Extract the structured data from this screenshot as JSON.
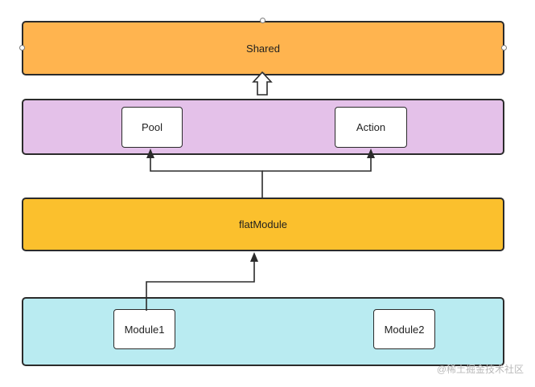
{
  "layers": {
    "shared": {
      "label": "Shared",
      "color": "#FFB44F"
    },
    "middle": {
      "color": "#E4C1E9"
    },
    "flat": {
      "label": "flatModule",
      "color": "#FBC02D"
    },
    "bottom": {
      "color": "#B9EBF1"
    }
  },
  "boxes": {
    "pool": "Pool",
    "action": "Action",
    "module1": "Module1",
    "module2": "Module2"
  },
  "watermark": "@稀土掘金技术社区"
}
